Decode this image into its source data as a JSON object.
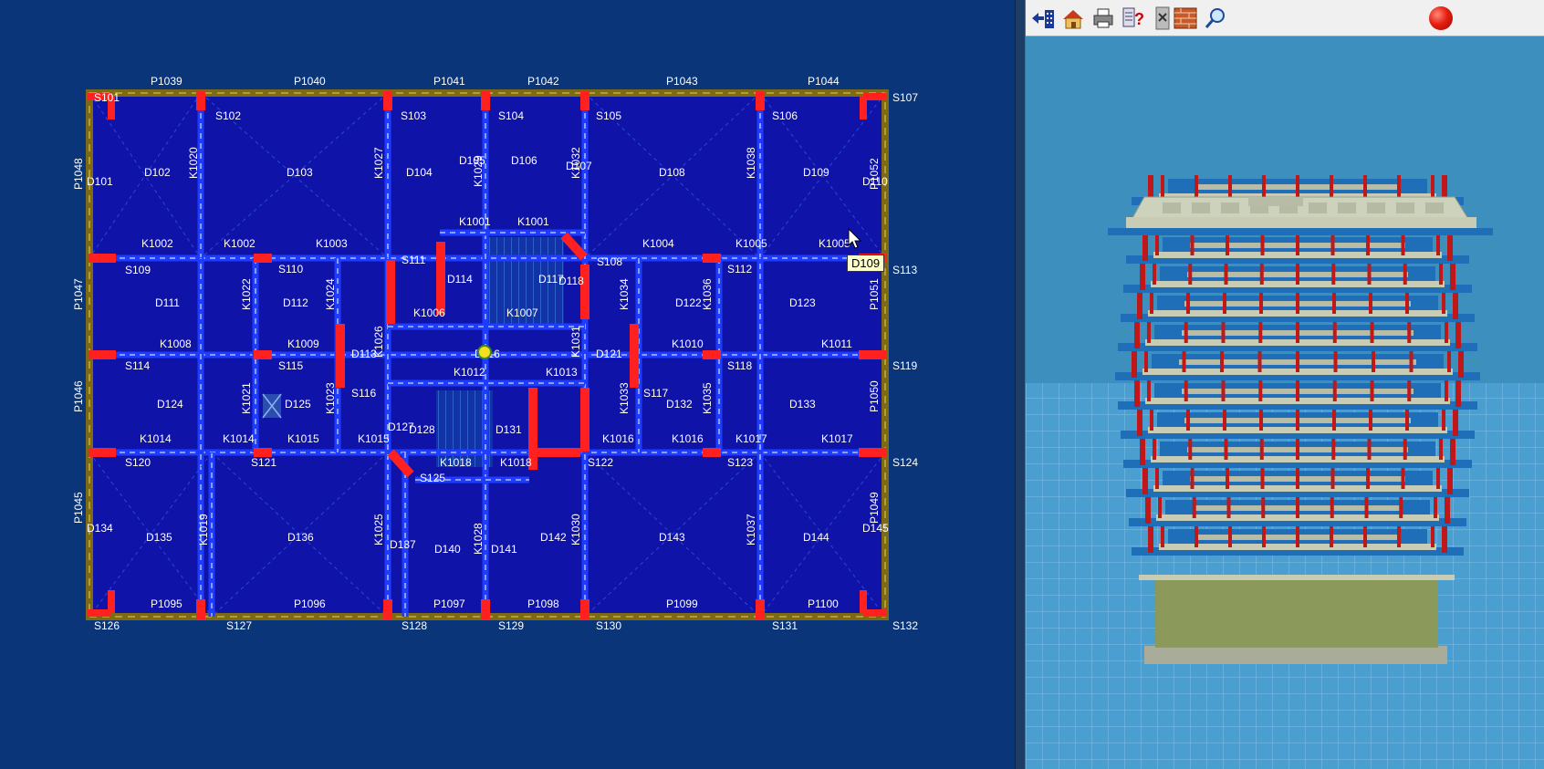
{
  "plan": {
    "axis_top": [
      "P1039",
      "P1040",
      "P1041",
      "P1042",
      "P1043",
      "P1044"
    ],
    "axis_bottom": [
      "P1095",
      "P1096",
      "P1097",
      "P1098",
      "P1099",
      "P1100"
    ],
    "axis_left": [
      "P1048",
      "P1047",
      "P1046",
      "P1045"
    ],
    "axis_right": [
      "P1052",
      "P1051",
      "P1050",
      "P1049"
    ],
    "columns": [
      "S101",
      "S102",
      "S103",
      "S104",
      "S105",
      "S106",
      "S107",
      "S108",
      "S109",
      "S110",
      "S111",
      "S112",
      "S113",
      "S114",
      "S115",
      "S116",
      "S117",
      "S118",
      "S119",
      "S120",
      "S121",
      "S122",
      "S123",
      "S124",
      "S125",
      "S126",
      "S127",
      "S128",
      "S129",
      "S130",
      "S131",
      "S132"
    ],
    "slabs": [
      "D101",
      "D102",
      "D103",
      "D104",
      "D105",
      "D106",
      "D107",
      "D108",
      "D109",
      "D110",
      "D111",
      "D112",
      "D114",
      "D117",
      "D118",
      "D113",
      "D116",
      "D121",
      "D122",
      "D123",
      "D124",
      "D125",
      "D127",
      "D128",
      "D131",
      "D132",
      "D133",
      "D134",
      "D135",
      "D136",
      "D137",
      "D140",
      "D141",
      "D142",
      "D143",
      "D144",
      "D145"
    ],
    "beams": [
      "K1002",
      "K1002",
      "K1003",
      "K1001",
      "K1001",
      "K1004",
      "K1005",
      "K1005",
      "K1006",
      "K1007",
      "K1008",
      "K1009",
      "K1010",
      "K1011",
      "K1012",
      "K1013",
      "K1014",
      "K1014",
      "K1015",
      "K1015",
      "K1016",
      "K1016",
      "K1017",
      "K1017",
      "K1018",
      "K1018",
      "K1020",
      "K1027",
      "K1029",
      "K1032",
      "K1038",
      "K1022",
      "K1024",
      "K1026",
      "K1031",
      "K1034",
      "K1036",
      "K1021",
      "K1023",
      "K1033",
      "K1035",
      "K1019",
      "K1025",
      "K1028",
      "K1030",
      "K1037"
    ]
  },
  "tooltip": {
    "text": "D109"
  },
  "toolbar": {
    "icons": [
      "back-building-icon",
      "home-icon",
      "print-icon",
      "help-icon",
      "toggle-icon",
      "wall-texture-icon",
      "zoom-icon"
    ]
  },
  "colors": {
    "background": "#0b3579",
    "slab": "#0f13a8",
    "beam": "#1e3cff",
    "column": "#ff2020",
    "perimeter": "#7d6a16",
    "floor_slab_3d": "#c8ccb4",
    "blue_slab_3d": "#1f6eb8",
    "column_3d": "#c01818",
    "ground": "#4a9ed0"
  }
}
